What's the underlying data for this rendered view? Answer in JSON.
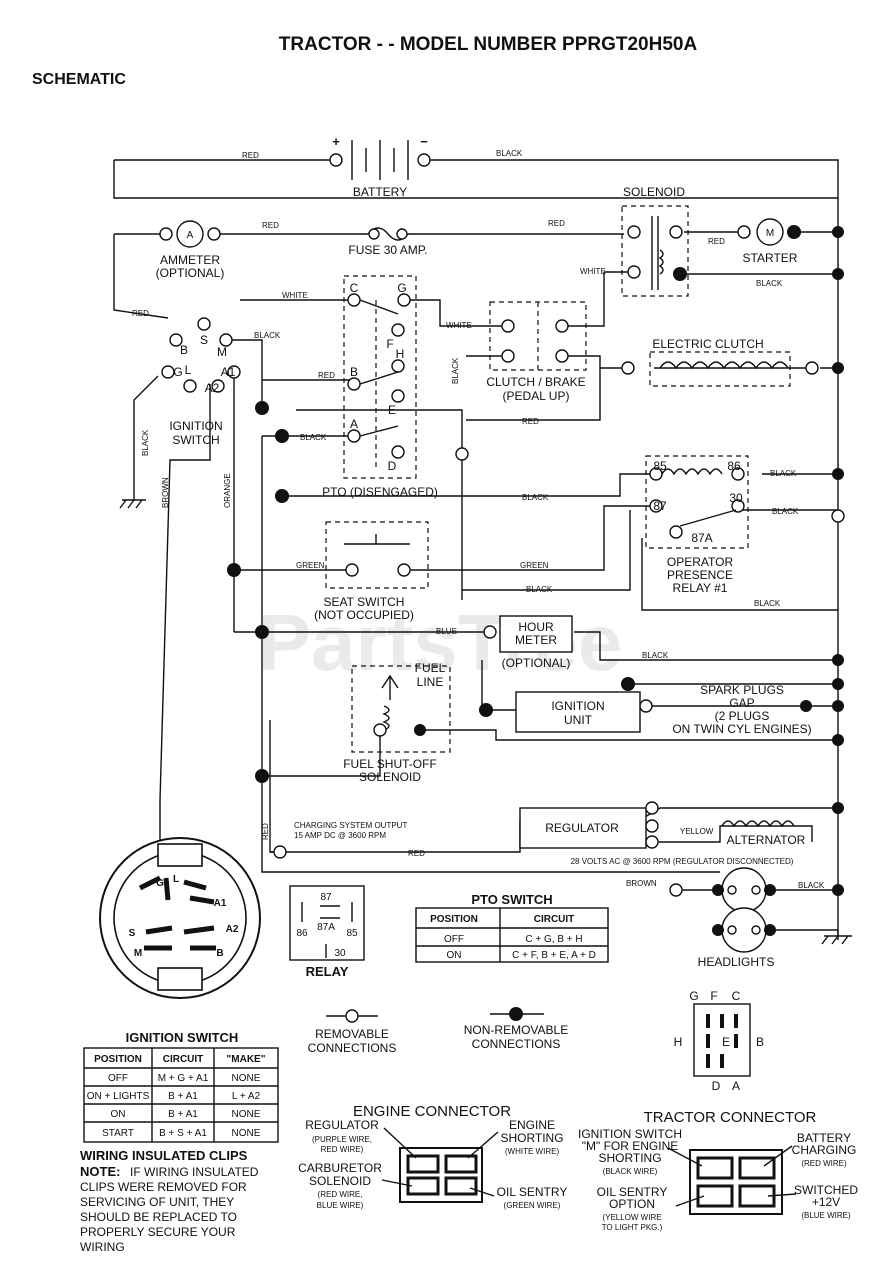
{
  "header": {
    "title": "TRACTOR - - MODEL NUMBER PPRGT20H50A",
    "section": "SCHEMATIC"
  },
  "watermark": "PartsTree",
  "components": {
    "battery": "BATTERY",
    "battery_plus": "+",
    "battery_minus": "−",
    "solenoid": "SOLENOID",
    "ammeter": "AMMETER",
    "ammeter_opt": "(OPTIONAL)",
    "ammeter_symbol": "A",
    "fuse": "FUSE 30 AMP.",
    "starter": "STARTER",
    "starter_symbol": "M",
    "ignition_switch": [
      "IGNITION",
      "SWITCH"
    ],
    "electric_clutch": "ELECTRIC CLUTCH",
    "clutch_brake": [
      "CLUTCH / BRAKE",
      "(PEDAL UP)"
    ],
    "pto": "PTO (DISENGAGED)",
    "seat_switch": [
      "SEAT SWITCH",
      "(NOT OCCUPIED)"
    ],
    "hour_meter": [
      "HOUR",
      "METER"
    ],
    "hour_meter_opt": "(OPTIONAL)",
    "fuel_line": [
      "FUEL",
      "LINE"
    ],
    "fuel_solenoid": [
      "FUEL SHUT-OFF",
      "SOLENOID"
    ],
    "ignition_unit": [
      "IGNITION",
      "UNIT"
    ],
    "spark_plugs": [
      "SPARK PLUGS",
      "GAP",
      "(2 PLUGS",
      "ON TWIN CYL  ENGINES)"
    ],
    "operator_relay": [
      "OPERATOR",
      "PRESENCE",
      "RELAY #1"
    ],
    "regulator": "REGULATOR",
    "alternator": "ALTERNATOR",
    "charging_output": [
      "CHARGING SYSTEM OUTPUT",
      "15 AMP DC @ 3600 RPM"
    ],
    "alternator_note": "28 VOLTS AC @ 3600 RPM (REGULATOR DISCONNECTED)",
    "headlights": "HEADLIGHTS",
    "relay": "RELAY",
    "relay_pins": [
      "87",
      "87A",
      "86",
      "85",
      "30"
    ],
    "terminals_switch": [
      "S",
      "B",
      "M",
      "G",
      "L",
      "A1",
      "A2"
    ],
    "terminals_pto": [
      "C",
      "G",
      "F",
      "H",
      "B",
      "E",
      "A",
      "D"
    ],
    "terminals_relay": [
      "85",
      "86",
      "87",
      "30",
      "87A"
    ],
    "face_switch_letters": [
      "G",
      "L",
      "A1",
      "S",
      "A2",
      "M",
      "B"
    ]
  },
  "wire_labels": {
    "red": "RED",
    "black": "BLACK",
    "white": "WHITE",
    "green": "GREEN",
    "blue": "BLUE",
    "orange": "ORANGE",
    "brown": "BROWN",
    "yellow": "YELLOW"
  },
  "pto_switch_table": {
    "title": "PTO SWITCH",
    "columns": [
      "POSITION",
      "CIRCUIT"
    ],
    "rows": [
      [
        "OFF",
        "C + G, B + H"
      ],
      [
        "ON",
        "C + F, B + E, A + D"
      ]
    ]
  },
  "ignition_switch_table": {
    "title": "IGNITION SWITCH",
    "columns": [
      "POSITION",
      "CIRCUIT",
      "\"MAKE\""
    ],
    "rows": [
      [
        "OFF",
        "M + G + A1",
        "NONE"
      ],
      [
        "ON + LIGHTS",
        "B + A1",
        "L + A2"
      ],
      [
        "ON",
        "B + A1",
        "NONE"
      ],
      [
        "START",
        "B + S + A1",
        "NONE"
      ]
    ]
  },
  "legend": {
    "removable": [
      "REMOVABLE",
      "CONNECTIONS"
    ],
    "non_removable": [
      "NON-REMOVABLE",
      "CONNECTIONS"
    ]
  },
  "connector_letters": {
    "top": [
      "G",
      "F",
      "C"
    ],
    "left": "H",
    "right": "B",
    "middle": "E",
    "bottom": [
      "D",
      "A"
    ]
  },
  "wiring_clips": {
    "title": "WIRING INSULATED CLIPS",
    "note_label": "NOTE:",
    "note_lines": [
      "IF WIRING INSULATED",
      "CLIPS WERE REMOVED FOR",
      "SERVICING OF UNIT, THEY",
      "SHOULD BE REPLACED TO",
      "PROPERLY SECURE YOUR",
      "WIRING"
    ]
  },
  "engine_connector": {
    "title": "ENGINE CONNECTOR",
    "regulator": [
      "REGULATOR",
      "(PURPLE WIRE,",
      "RED WIRE)"
    ],
    "carburetor": [
      "CARBURETOR",
      "SOLENOID",
      "(RED WIRE,",
      "BLUE WIRE)"
    ],
    "engine_shorting": [
      "ENGINE",
      "SHORTING",
      "(WHITE WIRE)"
    ],
    "oil_sentry": [
      "OIL SENTRY",
      "(GREEN WIRE)"
    ]
  },
  "tractor_connector": {
    "title": "TRACTOR CONNECTOR",
    "ignition": [
      "IGNITION SWITCH",
      "\"M\" FOR ENGINE",
      "SHORTING",
      "(BLACK WIRE)"
    ],
    "oil_sentry": [
      "OIL SENTRY",
      "OPTION",
      "(YELLOW WIRE",
      "TO LIGHT PKG.)"
    ],
    "battery": [
      "BATTERY",
      "CHARGING",
      "(RED WIRE)"
    ],
    "switched": [
      "SWITCHED",
      "+12V",
      "(BLUE WIRE)"
    ]
  }
}
